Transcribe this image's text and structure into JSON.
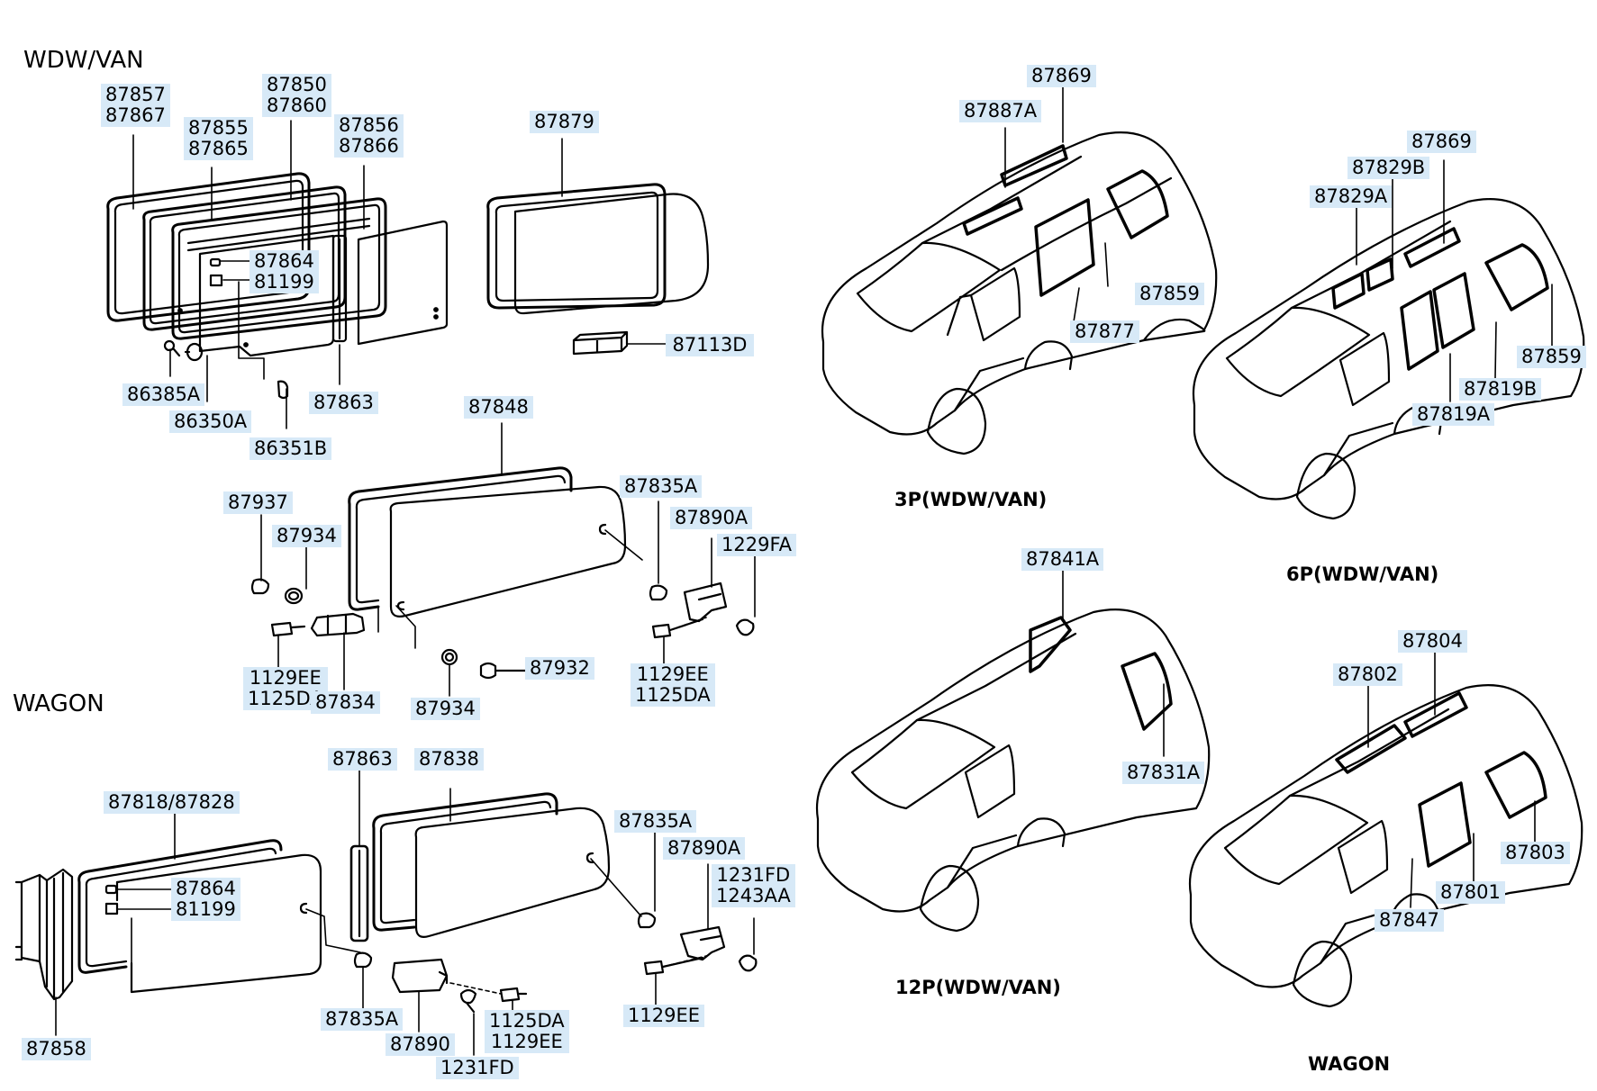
{
  "sections": {
    "wdw_van": "WDW/VAN",
    "wagon": "WAGON"
  },
  "captions": {
    "p3": "3P(WDW/VAN)",
    "p6": "6P(WDW/VAN)",
    "p12": "12P(WDW/VAN)",
    "wagon": "WAGON"
  },
  "labels": {
    "l87857": [
      "87857",
      "87867"
    ],
    "l87855": [
      "87855",
      "87865"
    ],
    "l87850": [
      "87850",
      "87860"
    ],
    "l87856": [
      "87856",
      "87866"
    ],
    "l87879": [
      "87879"
    ],
    "l87864a": [
      "87864"
    ],
    "l81199a": [
      "81199"
    ],
    "l87113d": [
      "87113D"
    ],
    "l86385a": [
      "86385A"
    ],
    "l86350a": [
      "86350A"
    ],
    "l86351b": [
      "86351B"
    ],
    "l87863a": [
      "87863"
    ],
    "l87848": [
      "87848"
    ],
    "l87835a1": [
      "87835A"
    ],
    "l87890a1": [
      "87890A"
    ],
    "l1229fa": [
      "1229FA"
    ],
    "l87937": [
      "87937"
    ],
    "l87934a": [
      "87934"
    ],
    "l1129ee1": [
      "1129EE",
      "1125DA"
    ],
    "l87834": [
      "87834"
    ],
    "l87934b": [
      "87934"
    ],
    "l87932": [
      "87932"
    ],
    "l1129ee2": [
      "1129EE",
      "1125DA"
    ],
    "l87863b": [
      "87863"
    ],
    "l87838": [
      "87838"
    ],
    "l87818": [
      "87818/87828"
    ],
    "l87864b": [
      "87864"
    ],
    "l81199b": [
      "81199"
    ],
    "l87835a2": [
      "87835A"
    ],
    "l87890a2": [
      "87890A"
    ],
    "l1231fd1": [
      "1231FD",
      "1243AA"
    ],
    "l87858": [
      "87858"
    ],
    "l87835a3": [
      "87835A"
    ],
    "l87890": [
      "87890"
    ],
    "l1231fd2": [
      "1231FD"
    ],
    "l1125da": [
      "1125DA",
      "1129EE"
    ],
    "l1129ee3": [
      "1129EE"
    ],
    "l87869a": [
      "87869"
    ],
    "l87887a": [
      "87887A"
    ],
    "l87859a": [
      "87859"
    ],
    "l87877": [
      "87877"
    ],
    "l87869b": [
      "87869"
    ],
    "l87829b": [
      "87829B"
    ],
    "l87829a": [
      "87829A"
    ],
    "l87859b": [
      "87859"
    ],
    "l87819b": [
      "87819B"
    ],
    "l87819a": [
      "87819A"
    ],
    "l87841a": [
      "87841A"
    ],
    "l87831a": [
      "87831A"
    ],
    "l87804": [
      "87804"
    ],
    "l87802": [
      "87802"
    ],
    "l87803": [
      "87803"
    ],
    "l87801": [
      "87801"
    ],
    "l87847": [
      "87847"
    ]
  },
  "colors": {
    "label_bg": "#d7e9f7",
    "line": "#000000"
  }
}
